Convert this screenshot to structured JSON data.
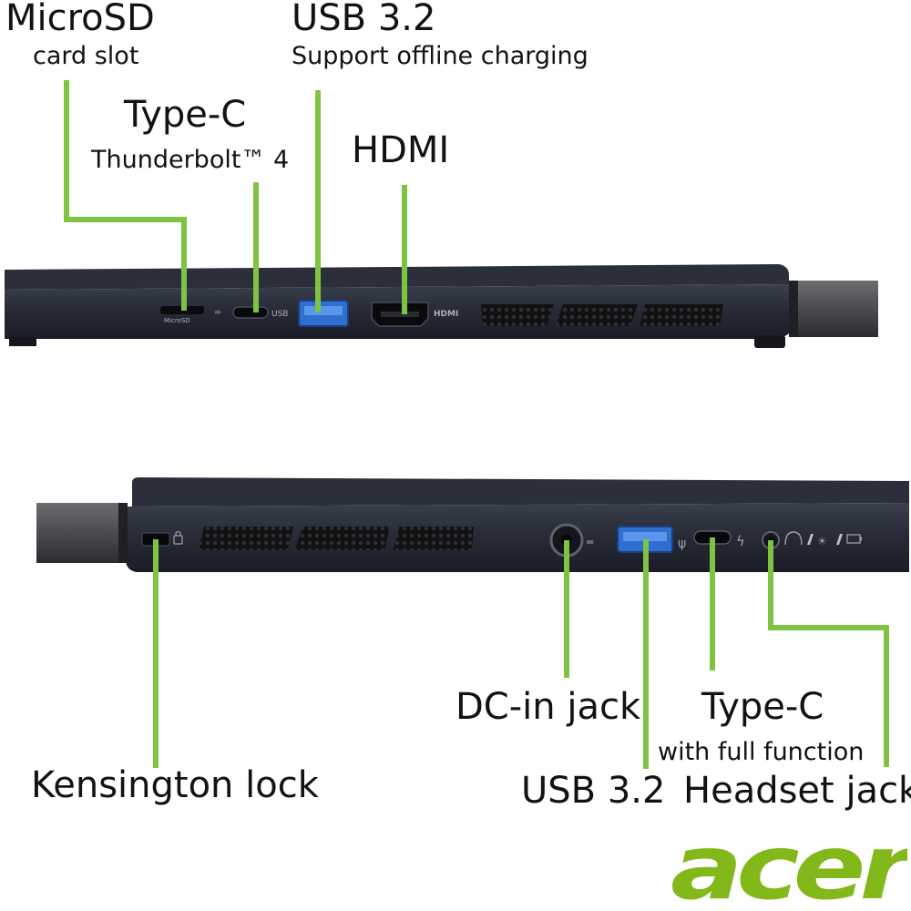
{
  "top_labels": {
    "microsd_title": "MicroSD",
    "microsd_sub": "card slot",
    "typec_title": "Type-C",
    "typec_sub": "Thunderbolt™ 4",
    "usb_title": "USB 3.2",
    "usb_sub": "Support offline charging",
    "hdmi_title": "HDMI"
  },
  "bottom_labels": {
    "kensington": "Kensington lock",
    "dc_in": "DC-in jack",
    "usb": "USB 3.2",
    "typec_title": "Type-C",
    "typec_sub": "with full function",
    "headset": "Headset jack"
  },
  "port_markings": {
    "microsd": "MicroSD",
    "usb": "USB",
    "hdmi": "HDMI"
  },
  "brand": {
    "logo_text": "acer"
  },
  "colors": {
    "callout_green": "#80c342",
    "chassis": "#262a36",
    "usb_blue": "#2f6fd0",
    "logo_green": "#83b81a"
  },
  "icons": {
    "kensington": "lock-icon",
    "dc": "dc-power-icon",
    "usb": "usb-trident-icon",
    "thunderbolt": "lightning-icon",
    "headset": "headset-icon",
    "leds": [
      "power-led-icon",
      "brightness-led-icon",
      "battery-led-icon"
    ]
  }
}
